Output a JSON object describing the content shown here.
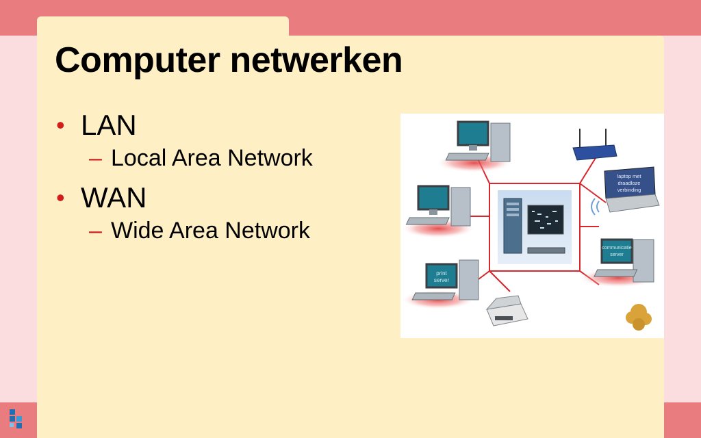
{
  "slide": {
    "title": "Computer netwerken",
    "bullets": [
      {
        "label": "LAN",
        "sub": "Local Area Network"
      },
      {
        "label": "WAN",
        "sub": "Wide Area Network"
      }
    ]
  },
  "diagram": {
    "labels": {
      "print_server": "print server",
      "wireless_laptop": "laptop met draadloze verbinding",
      "comm_server": "communicatie server"
    }
  },
  "colors": {
    "band": "#e87c7f",
    "background": "#fbdde0",
    "panel": "#fef0c4",
    "bullet": "#d31c1c",
    "network_line": "#d9252b"
  }
}
